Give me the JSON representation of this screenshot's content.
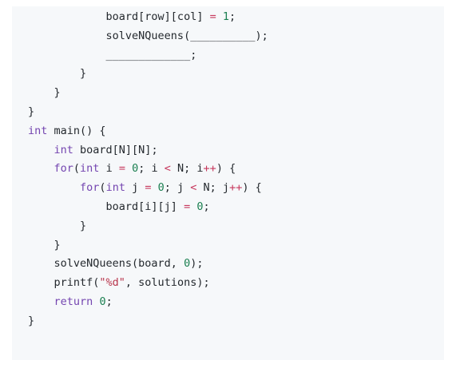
{
  "code": {
    "lines": [
      [
        {
          "t": "            board[row][col] ",
          "c": "fn"
        },
        {
          "t": "=",
          "c": "op"
        },
        {
          "t": " ",
          "c": "fn"
        },
        {
          "t": "1",
          "c": "num"
        },
        {
          "t": ";",
          "c": "fn"
        }
      ],
      [
        {
          "t": "            solveNQueens(__________);",
          "c": "fn"
        }
      ],
      [
        {
          "t": "            _____________;",
          "c": "fn"
        }
      ],
      [
        {
          "t": "        }",
          "c": "fn"
        }
      ],
      [
        {
          "t": "    }",
          "c": "fn"
        }
      ],
      [
        {
          "t": "}",
          "c": "fn"
        }
      ],
      [
        {
          "t": "int",
          "c": "kw"
        },
        {
          "t": " main() {",
          "c": "fn"
        }
      ],
      [
        {
          "t": "    ",
          "c": "fn"
        },
        {
          "t": "int",
          "c": "kw"
        },
        {
          "t": " board[N][N];",
          "c": "fn"
        }
      ],
      [
        {
          "t": "    ",
          "c": "fn"
        },
        {
          "t": "for",
          "c": "kw"
        },
        {
          "t": "(",
          "c": "fn"
        },
        {
          "t": "int",
          "c": "kw"
        },
        {
          "t": " i ",
          "c": "fn"
        },
        {
          "t": "=",
          "c": "op"
        },
        {
          "t": " ",
          "c": "fn"
        },
        {
          "t": "0",
          "c": "num"
        },
        {
          "t": "; i ",
          "c": "fn"
        },
        {
          "t": "<",
          "c": "op"
        },
        {
          "t": " N; i",
          "c": "fn"
        },
        {
          "t": "++",
          "c": "op"
        },
        {
          "t": ") {",
          "c": "fn"
        }
      ],
      [
        {
          "t": "        ",
          "c": "fn"
        },
        {
          "t": "for",
          "c": "kw"
        },
        {
          "t": "(",
          "c": "fn"
        },
        {
          "t": "int",
          "c": "kw"
        },
        {
          "t": " j ",
          "c": "fn"
        },
        {
          "t": "=",
          "c": "op"
        },
        {
          "t": " ",
          "c": "fn"
        },
        {
          "t": "0",
          "c": "num"
        },
        {
          "t": "; j ",
          "c": "fn"
        },
        {
          "t": "<",
          "c": "op"
        },
        {
          "t": " N; j",
          "c": "fn"
        },
        {
          "t": "++",
          "c": "op"
        },
        {
          "t": ") {",
          "c": "fn"
        }
      ],
      [
        {
          "t": "            board[i][j] ",
          "c": "fn"
        },
        {
          "t": "=",
          "c": "op"
        },
        {
          "t": " ",
          "c": "fn"
        },
        {
          "t": "0",
          "c": "num"
        },
        {
          "t": ";",
          "c": "fn"
        }
      ],
      [
        {
          "t": "        }",
          "c": "fn"
        }
      ],
      [
        {
          "t": "    }",
          "c": "fn"
        }
      ],
      [
        {
          "t": "    solveNQueens(board, ",
          "c": "fn"
        },
        {
          "t": "0",
          "c": "num"
        },
        {
          "t": ");",
          "c": "fn"
        }
      ],
      [
        {
          "t": "    printf(",
          "c": "fn"
        },
        {
          "t": "\"%d\"",
          "c": "str"
        },
        {
          "t": ", solutions);",
          "c": "fn"
        }
      ],
      [
        {
          "t": "    ",
          "c": "fn"
        },
        {
          "t": "return",
          "c": "kw"
        },
        {
          "t": " ",
          "c": "fn"
        },
        {
          "t": "0",
          "c": "num"
        },
        {
          "t": ";",
          "c": "fn"
        }
      ],
      [
        {
          "t": "}",
          "c": "fn"
        }
      ]
    ]
  }
}
